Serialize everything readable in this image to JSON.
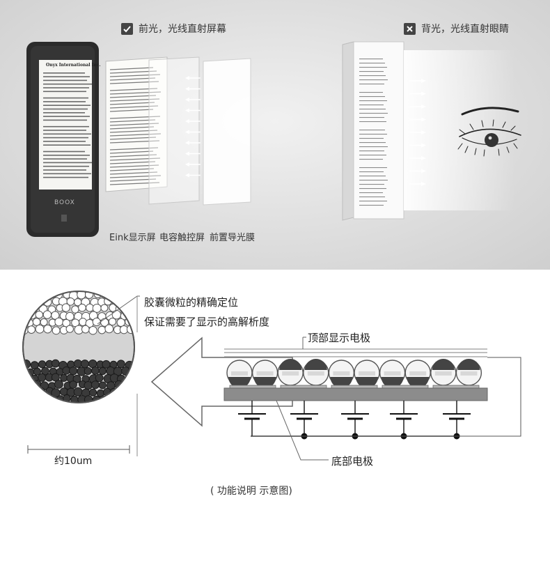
{
  "front_light": {
    "title": "前光，光线直射屏幕",
    "icon": "check-icon"
  },
  "back_light": {
    "title": "背光，光线直射眼睛",
    "icon": "x-icon"
  },
  "layers": {
    "eink": "Eink显示屏",
    "touch": "电容触控屏",
    "light_guide": "前置导光膜"
  },
  "device": {
    "brand": "BOOX",
    "page_title": "Onyx International Inc."
  },
  "capsule": {
    "line1": "胶囊微粒的精确定位",
    "line2": "保证需要了显示的高解析度",
    "size": "约10um"
  },
  "electrodes": {
    "top": "顶部显示电极",
    "bottom": "底部电极"
  },
  "caption": "( 功能说明 示意图)",
  "colors": {
    "panel_bg": "#dedede",
    "device_body": "#2b2b2b",
    "dark_particle": "#3a3a3a"
  }
}
